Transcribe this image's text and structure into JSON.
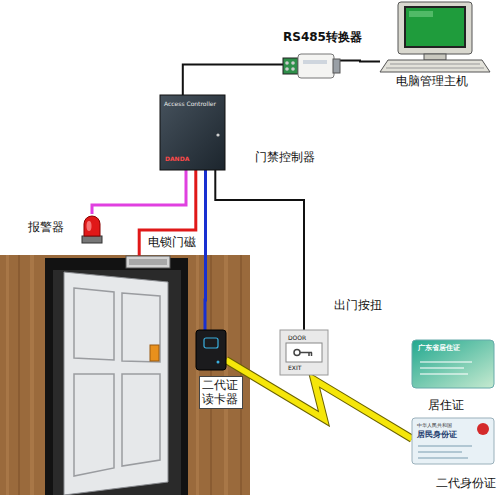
{
  "diagram": {
    "nodes": [
      {
        "text": [
          "电脑管理主机"
        ]
      },
      {
        "text": [
          "RS485转换器"
        ]
      },
      {
        "text": [
          "Access Controller",
          "DANDA",
          "门禁控制器"
        ]
      },
      {
        "text": [
          "报警器"
        ]
      },
      {
        "text": [
          "电锁门磁"
        ]
      },
      {
        "text": [
          "二代证 读卡器"
        ]
      },
      {
        "text": [
          "DOOR",
          "EXIT",
          "出门按扭"
        ]
      },
      {
        "text": [
          "广东省居住证",
          "居住证"
        ]
      },
      {
        "text": [
          "中华人民共和国",
          "居民身份证",
          "二代身份证"
        ]
      }
    ],
    "edges": [
      {
        "from": 1,
        "to": 0,
        "arrow": "none"
      },
      {
        "from": 2,
        "to": 1,
        "arrow": "none"
      },
      {
        "from": 2,
        "to": 3,
        "arrow": "none"
      },
      {
        "from": 2,
        "to": 4,
        "arrow": "none"
      },
      {
        "from": 2,
        "to": 5,
        "arrow": "none"
      },
      {
        "from": 2,
        "to": 6,
        "arrow": "none"
      },
      {
        "from": 5,
        "to": 8,
        "arrow": "none"
      }
    ]
  }
}
